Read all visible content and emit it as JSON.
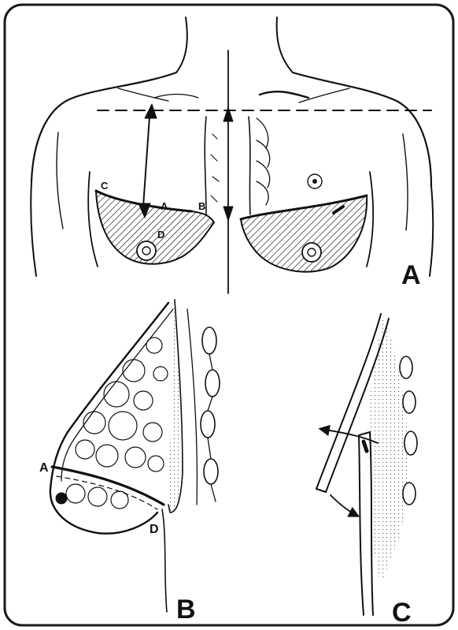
{
  "panels": [
    {
      "label": "A"
    },
    {
      "label": "B"
    },
    {
      "label": "C"
    }
  ],
  "panel_a_points": [
    "C",
    "A",
    "B",
    "D"
  ],
  "panel_b_points": [
    "A",
    "D"
  ],
  "colors": {
    "ink": "#111111",
    "frame": "#1a1a1a",
    "background": "#ffffff"
  }
}
